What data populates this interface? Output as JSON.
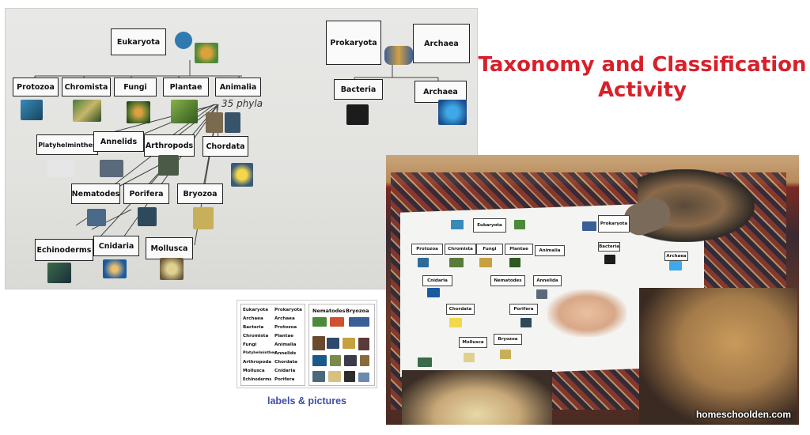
{
  "title": {
    "line1": "Taxonomy and Classification",
    "line2": "Activity"
  },
  "poster": {
    "kingdom_root": "Eukaryota",
    "prokaryota": "Prokaryota",
    "archaea_top": "Archaea",
    "bacteria": "Bacteria",
    "archaea": "Archaea",
    "kingdoms": [
      "Protozoa",
      "Chromista",
      "Fungi",
      "Plantae",
      "Animalia"
    ],
    "phyla": {
      "platyhelminthes": "Platyhelminthes",
      "annelids": "Annelids",
      "arthropods": "Arthropods",
      "chordata": "Chordata",
      "nematodes": "Nematodes",
      "porifera": "Porifera",
      "bryozoa": "Bryozoa",
      "echinoderms": "Echinoderms",
      "cnidaria": "Cnidaria",
      "mollusca": "Mollusca"
    },
    "handwritten_note": "35 phyla"
  },
  "sheet": {
    "caption": "labels & pictures",
    "left_rows": [
      [
        "Eukaryota",
        "Prokaryota"
      ],
      [
        "Archaea",
        "Archaea"
      ],
      [
        "Bacteria",
        "Protozoa"
      ],
      [
        "Chromista",
        "Plantae"
      ],
      [
        "Fungi",
        "Animalia"
      ],
      [
        "Platyhelminthes",
        "Annelids"
      ],
      [
        "Arthropoda",
        "Chordata"
      ],
      [
        "Mollusca",
        "Cnidaria"
      ],
      [
        "Echinoderms",
        "Porifera"
      ]
    ],
    "right_header": [
      "Nematodes",
      "Bryozoa"
    ]
  },
  "photo": {
    "watermark": "homeschoolden.com",
    "labels": {
      "eukaryota": "Eukaryota",
      "prokaryota": "Prokaryota",
      "protozoa": "Protozoa",
      "chromista": "Chromista",
      "fungi": "Fungi",
      "plantae": "Plantae",
      "animalia": "Animalia",
      "bacteria": "Bacteria",
      "archaea": "Archaea",
      "cnidaria": "Cnidaria",
      "nematodes": "Nematodes",
      "annelida": "Annelida",
      "chordata": "Chordata",
      "porifera": "Porifera",
      "mollusca": "Mollusca",
      "bryozoa": "Bryozoa"
    }
  }
}
